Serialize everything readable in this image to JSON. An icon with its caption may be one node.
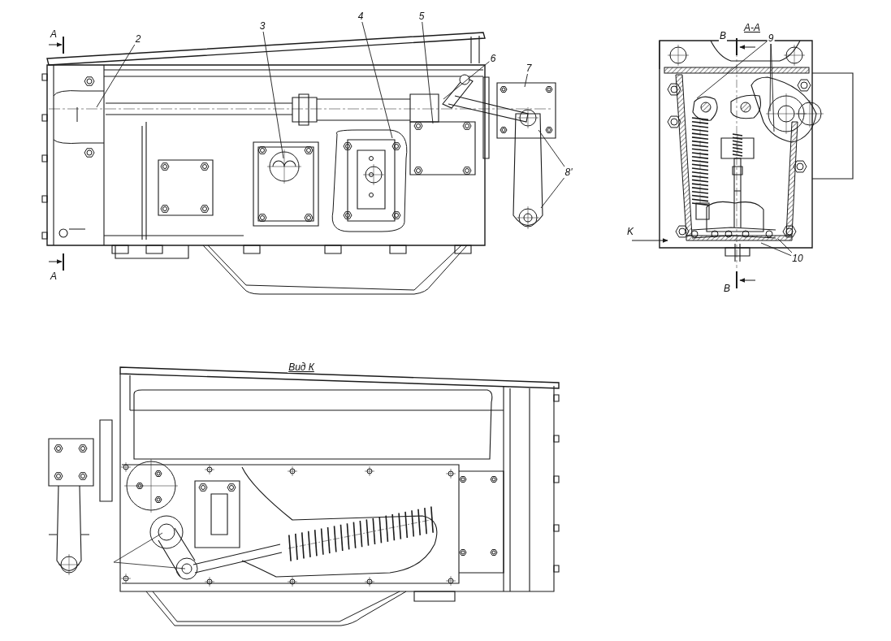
{
  "diagram": {
    "nodes": [
      {
        "text": [
          "2"
        ]
      },
      {
        "text": [
          "3"
        ]
      },
      {
        "text": [
          "4"
        ]
      },
      {
        "text": [
          "5"
        ]
      },
      {
        "text": [
          "6"
        ]
      },
      {
        "text": [
          "7"
        ]
      },
      {
        "text": [
          "8'"
        ]
      },
      {
        "text": [
          "9"
        ]
      },
      {
        "text": [
          "10"
        ]
      }
    ],
    "edges": [
      {
        "from": 0,
        "to": null,
        "arrow": "none"
      },
      {
        "from": 1,
        "to": null,
        "arrow": "none"
      },
      {
        "from": 2,
        "to": null,
        "arrow": "none"
      },
      {
        "from": 3,
        "to": null,
        "arrow": "none"
      },
      {
        "from": 4,
        "to": null,
        "arrow": "none"
      },
      {
        "from": 5,
        "to": null,
        "arrow": "none"
      },
      {
        "from": 6,
        "to": null,
        "arrow": "none"
      },
      {
        "from": 6,
        "to": null,
        "arrow": "none"
      },
      {
        "from": 7,
        "to": null,
        "arrow": "none"
      },
      {
        "from": 7,
        "to": null,
        "arrow": "none"
      },
      {
        "from": 7,
        "to": null,
        "arrow": "none"
      },
      {
        "from": 8,
        "to": null,
        "arrow": "none"
      },
      {
        "from": 8,
        "to": null,
        "arrow": "none"
      }
    ],
    "labels": [
      "A-A",
      "A",
      "B",
      "K",
      "A",
      "B",
      "Вид К"
    ]
  }
}
